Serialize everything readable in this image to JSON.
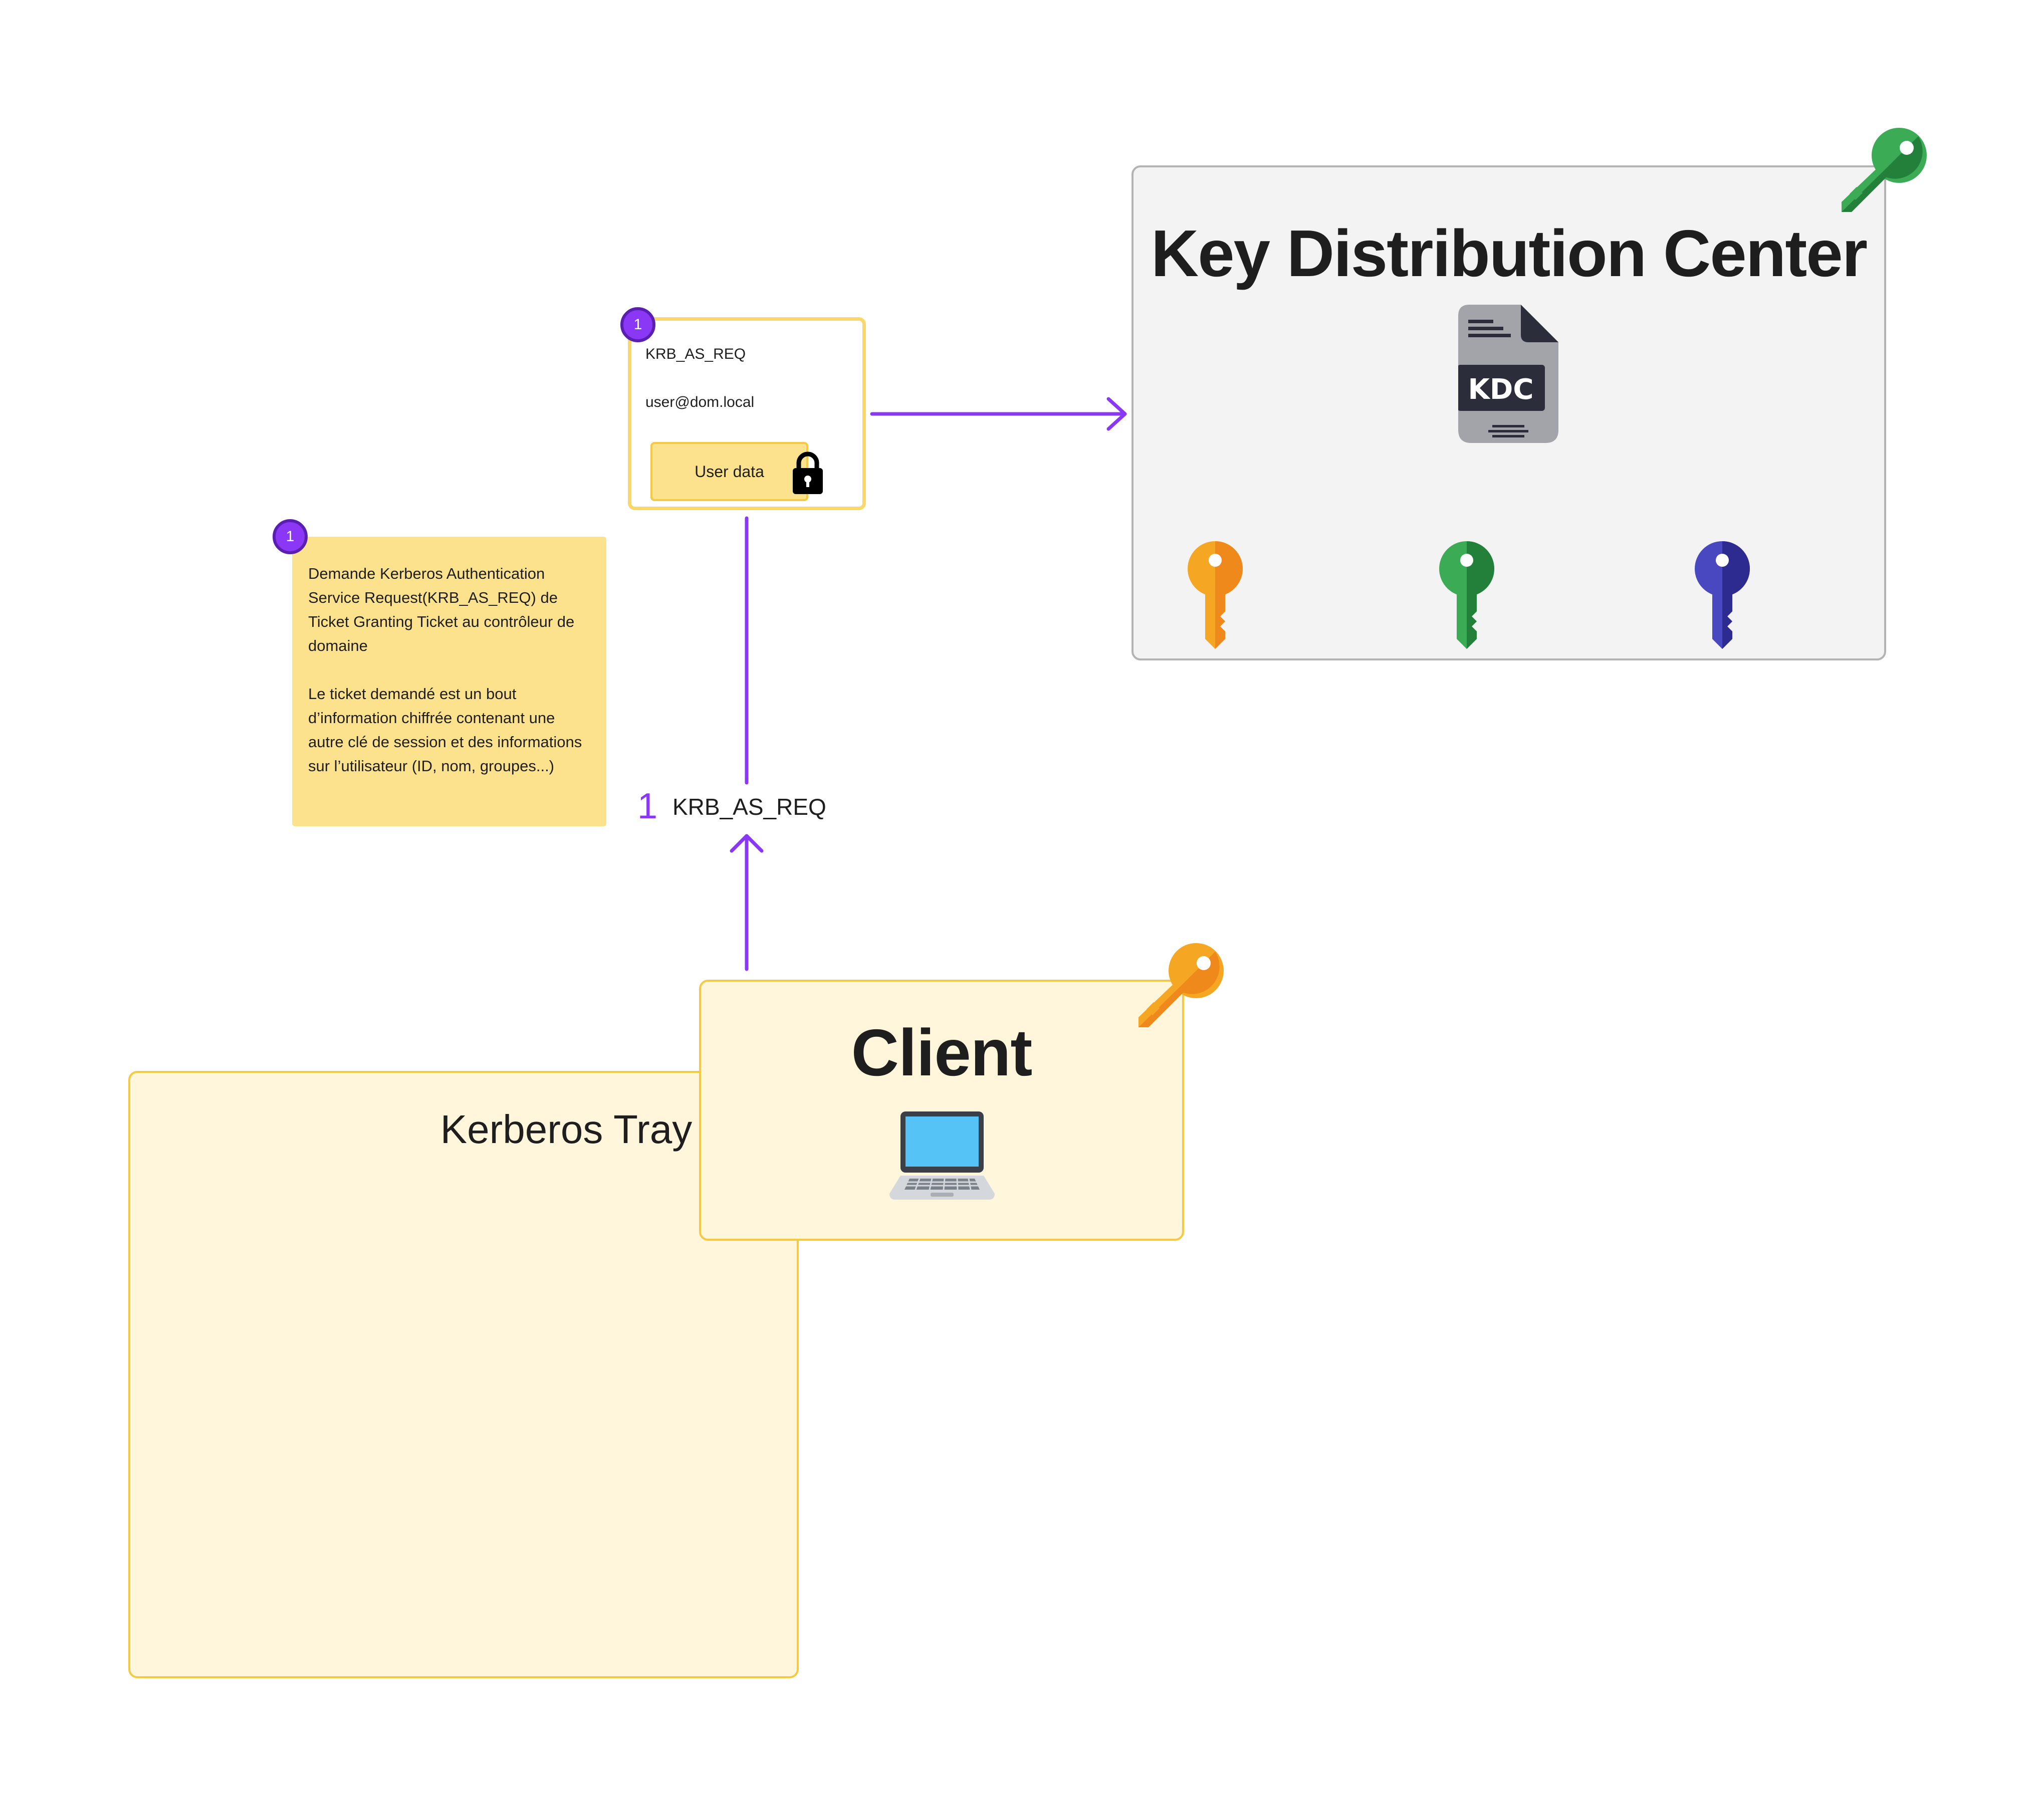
{
  "kdc": {
    "title": "Key Distribution Center",
    "file_icon_label": "KDC"
  },
  "message": {
    "badge": "1",
    "line1": "KRB_AS_REQ",
    "line2": "user@dom.local",
    "user_data": "User data"
  },
  "note": {
    "badge": "1",
    "paragraph1": "Demande Kerberos Authentication Service Request(KRB_AS_REQ) de Ticket Granting Ticket au contrôleur de domaine",
    "paragraph2": "Le ticket demandé est un bout d’information chiffrée contenant une autre clé de session et des informations sur l’utilisateur (ID, nom, groupes...)"
  },
  "arrow_label": {
    "number": "1",
    "text": "KRB_AS_REQ"
  },
  "tray": {
    "title": "Kerberos Tray"
  },
  "client": {
    "title": "Client"
  },
  "colors": {
    "accent": "#8a38f5",
    "sticky_yellow": "#fde28e",
    "key_orange": "#f5a623",
    "key_green": "#2e9e47",
    "key_blue": "#3c3aa8"
  }
}
